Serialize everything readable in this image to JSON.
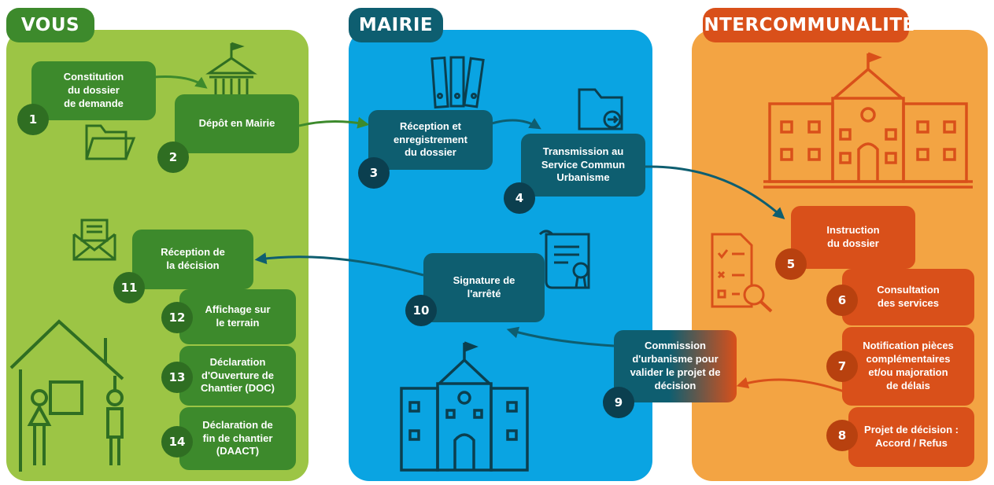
{
  "colors": {
    "green_panel": "#9cc545",
    "green_box": "#3d8a2c",
    "green_dark": "#2f6e22",
    "blue_panel": "#0aa4e2",
    "blue_box": "#0e5e70",
    "blue_dark": "#0b3f4f",
    "orange_panel": "#f3a443",
    "orange_box": "#d9501a",
    "orange_dark": "#b8410f"
  },
  "columns": {
    "vous": "VOUS",
    "mairie": "MAIRIE",
    "intercommunalite": "INTERCOMMUNALITÉ"
  },
  "steps": [
    {
      "number": "1",
      "label": "Constitution\ndu dossier\nde demande"
    },
    {
      "number": "2",
      "label": "Dépôt en Mairie"
    },
    {
      "number": "3",
      "label": "Réception et\nenregistrement\ndu dossier"
    },
    {
      "number": "4",
      "label": "Transmission au\nService Commun\nUrbanisme"
    },
    {
      "number": "5",
      "label": "Instruction\ndu dossier"
    },
    {
      "number": "6",
      "label": "Consultation\ndes services"
    },
    {
      "number": "7",
      "label": "Notification pièces\ncomplémentaires\net/ou majoration\nde délais"
    },
    {
      "number": "8",
      "label": "Projet de décision :\nAccord / Refus"
    },
    {
      "number": "9",
      "label": "Commission\nd'urbanisme pour\nvalider le projet de\ndécision"
    },
    {
      "number": "10",
      "label": "Signature de\nl'arrêté"
    },
    {
      "number": "11",
      "label": "Réception de\nla décision"
    },
    {
      "number": "12",
      "label": "Affichage sur\nle terrain"
    },
    {
      "number": "13",
      "label": "Déclaration\nd'Ouverture de\nChantier (DOC)"
    },
    {
      "number": "14",
      "label": "Déclaration de\nfin de chantier\n(DAACT)"
    }
  ],
  "icons": [
    "government-building-icon",
    "folder-icon",
    "binders-icon",
    "folder-arrow-icon",
    "town-hall-icon",
    "checklist-magnifier-icon",
    "envelope-letter-icon",
    "certificate-scroll-icon",
    "house-family-icon",
    "school-building-icon"
  ]
}
